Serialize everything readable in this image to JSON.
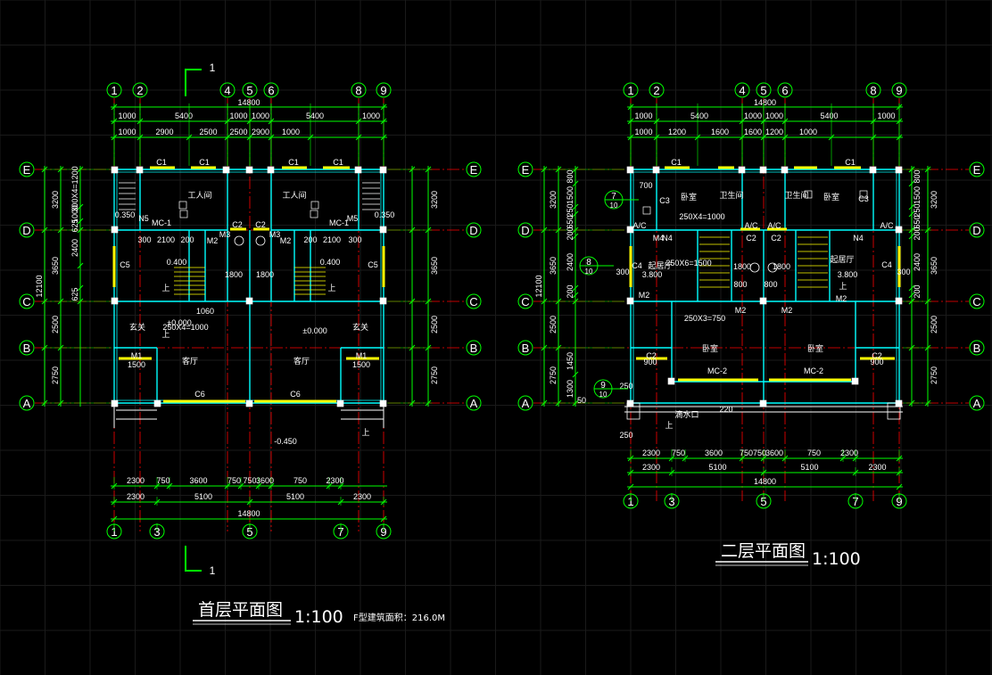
{
  "colors": {
    "background": "#000000",
    "grid": "#1a1a1a",
    "dimension": "#00ff00",
    "axis": "#ff0000",
    "wall": "#00ffff",
    "window": "#ffff00",
    "text": "#ffffff"
  },
  "plan1": {
    "title": "首层平面图",
    "scale": "1:100",
    "area_note": "F型建筑面积：216.0M",
    "section_mark": "1",
    "axes_top": [
      "1",
      "2",
      "4",
      "5",
      "6",
      "8",
      "9"
    ],
    "axes_bottom": [
      "1",
      "3",
      "5",
      "7",
      "9"
    ],
    "axes_rows": [
      "E",
      "D",
      "C",
      "B",
      "A"
    ],
    "dims_top_total": "14800",
    "dims_top_row1": [
      "1000",
      "5400",
      "1000",
      "1000",
      "5400",
      "1000"
    ],
    "dims_top_row2": [
      "1000",
      "2900",
      "2500",
      "2500",
      "2900",
      "1000"
    ],
    "dims_bottom_row1": [
      "2300",
      "750",
      "3600",
      "750",
      "750",
      "3600",
      "750",
      "2300"
    ],
    "dims_bottom_row2": [
      "2300",
      "5100",
      "5100",
      "2300"
    ],
    "dims_bottom_total": "14800",
    "dims_left_outer": "12100",
    "dims_left": [
      "3200",
      "3650",
      "2500",
      "2750"
    ],
    "dims_left_inner": [
      "300X4=1200",
      "1000",
      "625",
      "2400",
      "625"
    ],
    "dims_right": [
      "3200",
      "3650",
      "2500",
      "2750"
    ],
    "rooms": [
      "工人间",
      "工人间",
      "客厅",
      "客厅",
      "玄关",
      "玄关"
    ],
    "labels": [
      "C1",
      "C1",
      "C1",
      "C1",
      "MC-1",
      "MC-1",
      "N5",
      "M5",
      "C2",
      "C2",
      "M3",
      "M3",
      "M2",
      "M2",
      "C5",
      "C5",
      "C6",
      "C6",
      "M1",
      "M1",
      "0.350",
      "0.350",
      "0.400",
      "0.400",
      "±0.000",
      "±0.000",
      "-0.450",
      "1800",
      "1800",
      "1060",
      "250X4=1000",
      "1500",
      "1500",
      "300",
      "2100",
      "200",
      "200",
      "2100",
      "300",
      "上",
      "上",
      "上",
      "上"
    ]
  },
  "plan2": {
    "title": "二层平面图",
    "scale": "1:100",
    "axes_top": [
      "1",
      "2",
      "4",
      "5",
      "6",
      "8",
      "9"
    ],
    "axes_bottom": [
      "1",
      "3",
      "5",
      "7",
      "9"
    ],
    "axes_rows": [
      "E",
      "D",
      "C",
      "B",
      "A"
    ],
    "dims_top_total": "14800",
    "dims_top_row1": [
      "1000",
      "5400",
      "1000",
      "1000",
      "5400",
      "1000"
    ],
    "dims_top_row2": [
      "1000",
      "1200",
      "1600",
      "1600",
      "1200",
      "1000"
    ],
    "dims_bottom_row1": [
      "2300",
      "750",
      "3600",
      "750750",
      "3600",
      "750",
      "2300"
    ],
    "dims_bottom_row2": [
      "2300",
      "5100",
      "5100",
      "2300"
    ],
    "dims_bottom_total": "14800",
    "dims_left_outer": "12100",
    "dims_left": [
      "3200",
      "3650",
      "2500",
      "2750"
    ],
    "dims_left_inner": [
      "800",
      "1500",
      "250",
      "650",
      "200",
      "2400",
      "200",
      "1450",
      "1300"
    ],
    "dims_right": [
      "3200",
      "3650",
      "2500",
      "2750"
    ],
    "dims_right_inner": [
      "800",
      "1500",
      "250",
      "650",
      "200",
      "2400",
      "200"
    ],
    "rooms": [
      "卧室",
      "卫生间",
      "卫生间",
      "卧室",
      "起居厅",
      "起居厅",
      "卧室",
      "卧室"
    ],
    "labels": [
      "C1",
      "C1",
      "C3",
      "C3",
      "A/C",
      "A/C",
      "A/C",
      "A/C",
      "C2",
      "C2",
      "N4",
      "N4",
      "M4",
      "M2",
      "M2",
      "M2",
      "M2",
      "C4",
      "C4",
      "C2",
      "C2",
      "MC-2",
      "MC-2",
      "3.800",
      "3.800",
      "250X4=1000",
      "250X3=750",
      "250X6=1500",
      "1800",
      "1800",
      "800",
      "800",
      "700",
      "300",
      "300",
      "900",
      "900",
      "250",
      "220",
      "250",
      "50",
      "滴水口",
      "上",
      "上"
    ],
    "detail_marks": [
      {
        "n": "7",
        "d": "10"
      },
      {
        "n": "8",
        "d": "10"
      },
      {
        "n": "9",
        "d": "10"
      }
    ]
  }
}
